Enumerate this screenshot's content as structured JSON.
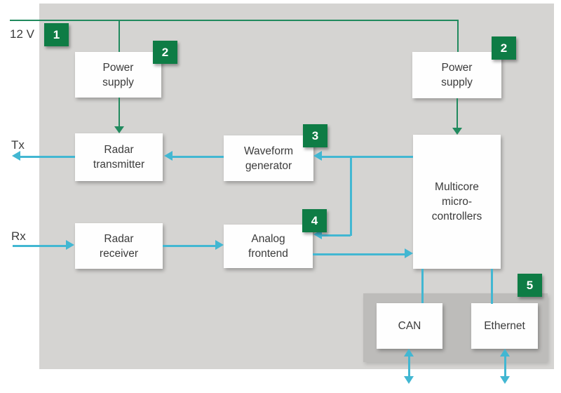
{
  "colors": {
    "badge_green": "#0e7c45",
    "wire_green": "#218a5e",
    "signal_cyan": "#42b7d2",
    "panel_gray": "#d5d4d2",
    "subpanel_gray": "#bdbcba",
    "box_white": "#fefefe",
    "text_dark": "#3b3b3b"
  },
  "labels": {
    "supply_voltage": "12 V",
    "tx_port": "Tx",
    "rx_port": "Rx"
  },
  "badges": {
    "b1": "1",
    "b2_left": "2",
    "b2_right": "2",
    "b3": "3",
    "b4": "4",
    "b5": "5"
  },
  "blocks": {
    "power_supply_left": [
      "Power",
      "supply"
    ],
    "power_supply_right": [
      "Power",
      "supply"
    ],
    "radar_transmitter": [
      "Radar",
      "transmitter"
    ],
    "waveform_generator": [
      "Waveform",
      "generator"
    ],
    "radar_receiver": [
      "Radar",
      "receiver"
    ],
    "analog_frontend": [
      "Analog",
      "frontend"
    ],
    "multicore_microcontrollers": [
      "Multicore",
      "micro-",
      "controllers"
    ],
    "can": "CAN",
    "ethernet": "Ethernet"
  }
}
